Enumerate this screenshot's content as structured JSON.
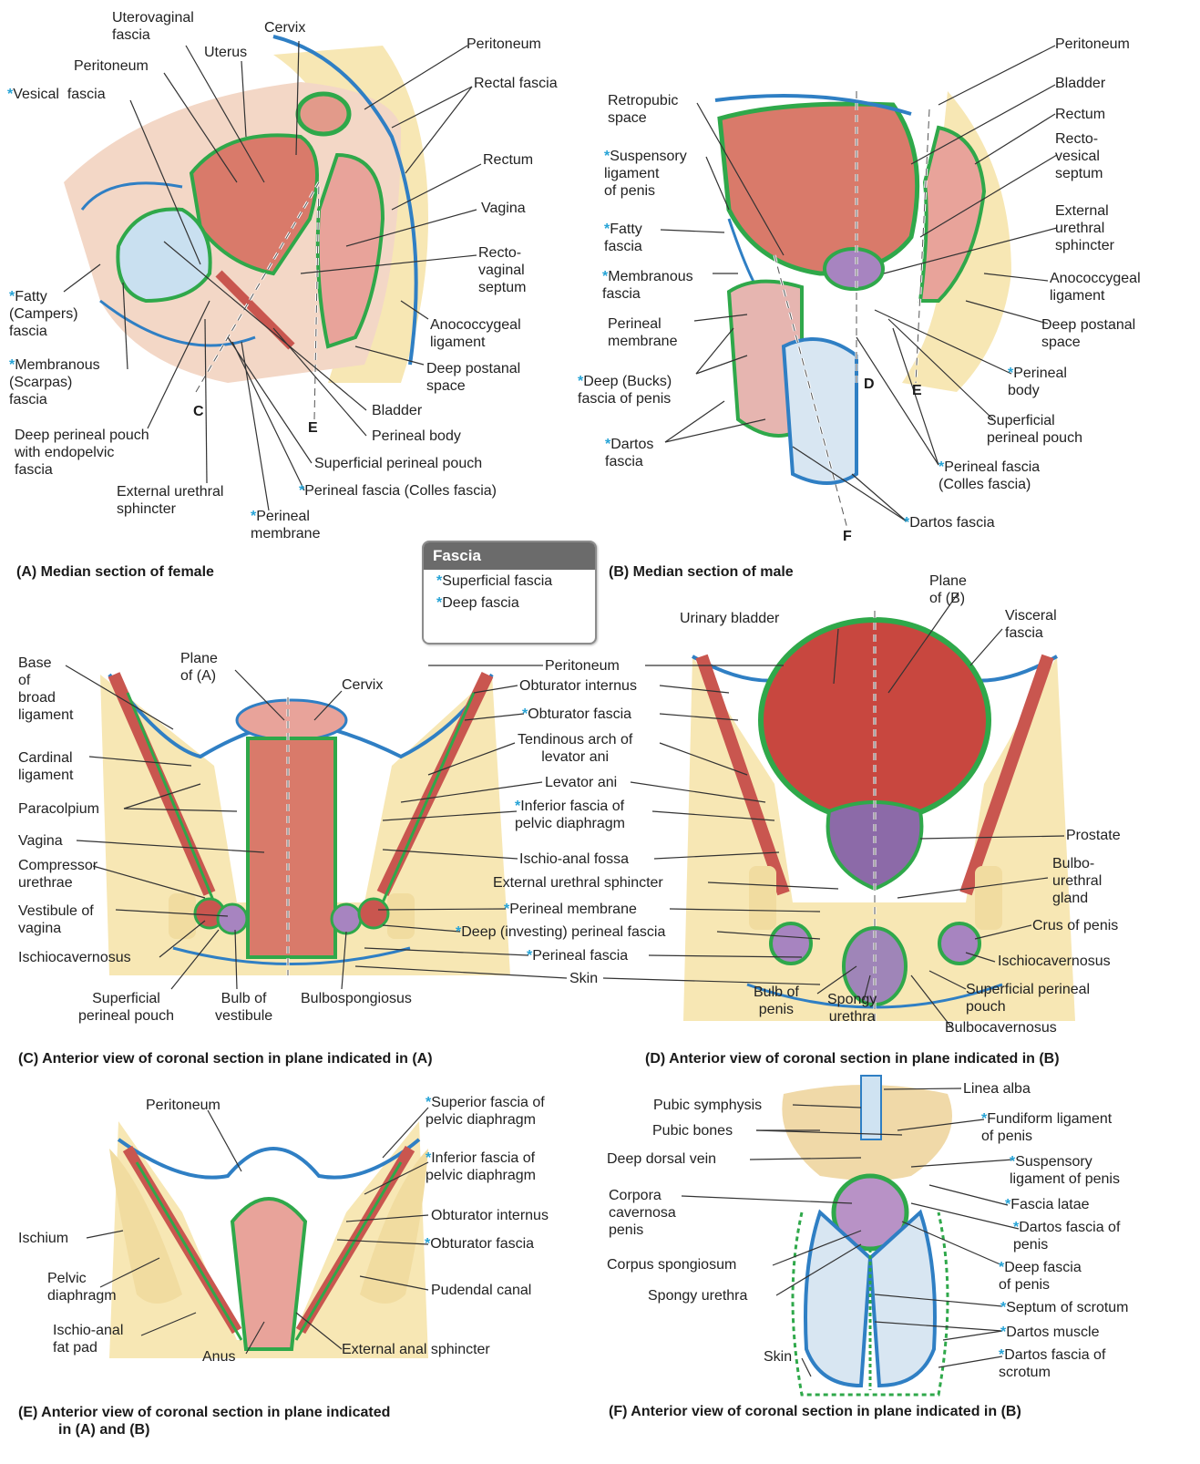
{
  "legend": {
    "title": "Fascia",
    "items": [
      "Superficial fascia",
      "Deep fascia"
    ]
  },
  "panels": {
    "A": {
      "caption": "(A)  Median section of female"
    },
    "B": {
      "caption": "(B)  Median section of male"
    },
    "C": {
      "caption": "(C)  Anterior view of coronal section in plane indicated in (A)"
    },
    "D": {
      "caption": "(D)  Anterior view of coronal section in plane indicated in (B)"
    },
    "E": {
      "caption_line1": "(E)  Anterior view of coronal section in plane indicated",
      "caption_line2": "in (A) and (B)"
    },
    "F": {
      "caption": "(F)  Anterior view of coronal section in plane indicated in (B)"
    }
  },
  "plane_marks": {
    "A_C": "C",
    "A_E": "E",
    "B_D": "D",
    "B_E": "E",
    "B_F": "F"
  },
  "labels": {
    "a_uterovaginal": "Uterovaginal\nfascia",
    "a_cervix": "Cervix",
    "a_uterus": "Uterus",
    "a_peritoneum_top": "Peritoneum",
    "a_peritoneum_right": "Peritoneum",
    "a_vesical": "Vesical  fascia",
    "a_rectal": "Rectal fascia",
    "a_rectum": "Rectum",
    "a_vagina": "Vagina",
    "a_rectovaginal": "Recto-\nvaginal\nseptum",
    "a_anococcygeal": "Anococcygeal\nligament",
    "a_deep_postanal": "Deep postanal\nspace",
    "a_fatty": "Fatty\n(Campers)\nfascia",
    "a_membranous": "Membranous\n(Scarpas)\nfascia",
    "a_deep_pouch": "Deep perineal pouch\nwith endopelvic\nfascia",
    "a_bladder": "Bladder",
    "a_perineal_body": "Perineal body",
    "a_sup_pouch": "Superficial perineal pouch",
    "a_colles": "Perineal fascia (Colles fascia)",
    "a_ext_urethral": "External urethral\nsphincter",
    "a_perineal_membrane": "Perineal\nmembrane",
    "b_peritoneum": "Peritoneum",
    "b_bladder": "Bladder",
    "b_rectum": "Rectum",
    "b_rectovesical": "Recto-\nvesical\nseptum",
    "b_ext_urethral": "External\nurethral\nsphincter",
    "b_anococcygeal": "Anococcygeal\nligament",
    "b_deep_postanal": "Deep postanal\nspace",
    "b_perineal_body": "Perineal\nbody",
    "b_sup_pouch": "Superficial\nperineal pouch",
    "b_colles": "Perineal fascia\n(Colles fascia)",
    "b_dartos_right": "Dartos fascia",
    "b_retropubic": "Retropubic\nspace",
    "b_suspensory": "Suspensory\nligament\nof penis",
    "b_fatty": "Fatty\nfascia",
    "b_membranous": "Membranous\nfascia",
    "b_perineal_membrane": "Perineal\nmembrane",
    "b_bucks": "Deep (Bucks)\nfascia of penis",
    "b_dartos_left": "Dartos\nfascia",
    "c_base_broad": "Base\nof\nbroad\nligament",
    "c_plane_a": "Plane\nof (A)",
    "c_cervix": "Cervix",
    "c_cardinal": "Cardinal\nligament",
    "c_paracolpium": "Paracolpium",
    "c_vagina": "Vagina",
    "c_compressor": "Compressor\nurethrae",
    "c_vestibule": "Vestibule of\nvagina",
    "c_ischiocav": "Ischiocavernosus",
    "c_sup_pouch": "Superficial\nperineal pouch",
    "c_bulb_vest": "Bulb of\nvestibule",
    "c_bulbospong": "Bulbospongiosus",
    "m_peritoneum": "Peritoneum",
    "m_obt_internus": "Obturator internus",
    "m_obt_fascia": "Obturator fascia",
    "m_tendinous": "Tendinous arch of\nlevator ani",
    "m_levator": "Levator ani",
    "m_inferior": "Inferior fascia of\npelvic diaphragm",
    "m_ischioanal": "Ischio-anal fossa",
    "m_ext_urethral": "External urethral sphincter",
    "m_perineal_membrane": "Perineal membrane",
    "m_deep_investing": "Deep (investing) perineal fascia",
    "m_perineal_fascia": "Perineal fascia",
    "m_skin": "Skin",
    "d_plane_b": "Plane\nof (B)",
    "d_urinary_bladder": "Urinary bladder",
    "d_visceral": "Visceral\nfascia",
    "d_prostate": "Prostate",
    "d_bulbourethral": "Bulbo-\nurethral\ngland",
    "d_crus": "Crus of penis",
    "d_ischiocav": "Ischiocavernosus",
    "d_sup_pouch": "Superficial perineal\npouch",
    "d_bulbocav": "Bulbocavernosus",
    "d_bulb_penis": "Bulb of\npenis",
    "d_spongy": "Spongy\nurethra",
    "e_peritoneum": "Peritoneum",
    "e_superior": "Superior fascia of\npelvic diaphragm",
    "e_inferior": "Inferior fascia of\npelvic diaphragm",
    "e_obt_internus": "Obturator internus",
    "e_obt_fascia": "Obturator fascia",
    "e_pudendal": "Pudendal canal",
    "e_ischium": "Ischium",
    "e_pelvic_diaphragm": "Pelvic\ndiaphragm",
    "e_ischioanal_fat": "Ischio-anal\nfat pad",
    "e_anus": "Anus",
    "e_ext_anal": "External anal sphincter",
    "f_pubic_symphysis": "Pubic symphysis",
    "f_pubic_bones": "Pubic bones",
    "f_deep_dorsal": "Deep dorsal vein",
    "f_corpora": "Corpora\ncavernosa\npenis",
    "f_corpus_spong": "Corpus spongiosum",
    "f_spongy": "Spongy urethra",
    "f_skin": "Skin",
    "f_linea": "Linea alba",
    "f_fundiform": "Fundiform ligament\nof penis",
    "f_suspensory": "Suspensory\nligament of penis",
    "f_fascia_latae": "Fascia latae",
    "f_dartos_penis": "Dartos fascia of\npenis",
    "f_deep_fascia": "Deep fascia\nof penis",
    "f_septum": "Septum of scrotum",
    "f_dartos_muscle": "Dartos muscle",
    "f_dartos_scrotum": "Dartos fascia of\nscrotum"
  },
  "colors": {
    "superficial_fascia": "#2f7fc4",
    "deep_fascia": "#2fa84a",
    "muscle": "#c9564f",
    "fat": "#f7e7b4",
    "bone": "#f1dca0",
    "bladder": "#c9e0f0",
    "prostate": "#8c6aa8",
    "legend_star": "#26a3d6"
  }
}
